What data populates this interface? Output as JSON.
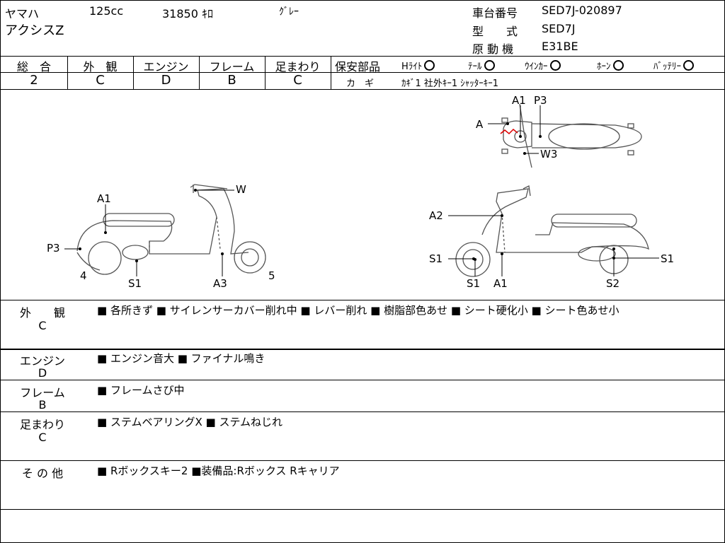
{
  "header": {
    "maker": "ヤマハ",
    "displacement": "125cc",
    "mileage": "31850 ｷﾛ",
    "color": "ｸﾞﾚｰ",
    "model_name": "アクシスZ",
    "frame_no_label": "車台番号",
    "frame_no": "SED7J-020897",
    "type_label": "型　　式",
    "type": "SED7J",
    "engine_label": "原 動 機",
    "engine": "E31BE"
  },
  "grades": {
    "overall_label": "総　合",
    "overall": "2",
    "exterior_label": "外　観",
    "exterior": "C",
    "engine_label": "エンジン",
    "engine": "D",
    "frame_label": "フレーム",
    "frame": "B",
    "suspension_label": "足まわり",
    "suspension": "C"
  },
  "safety": {
    "label": "保安部品",
    "headlight": "Hﾗｲﾄ",
    "tail": "ﾃｰﾙ",
    "winker": "ｳｲﾝｶｰ",
    "horn": "ﾎｰﾝ",
    "battery": "ﾊﾞｯﾃﾘｰ",
    "key_label": "カ　ギ",
    "keys": "ｶｷﾞ1 社外ｷｰ1 ｼｬｯﾀｰｷｰ1"
  },
  "diagram": {
    "left": {
      "A1": "A1",
      "W": "W",
      "P3": "P3",
      "four": "4",
      "S1": "S1",
      "A3": "A3",
      "five": "5"
    },
    "right": {
      "A2": "A2",
      "S1a": "S1",
      "S1b": "S1",
      "A1": "A1",
      "S1c": "S1",
      "S2": "S2"
    },
    "top": {
      "A": "A",
      "A1": "A1",
      "P3": "P3",
      "W3": "W3"
    }
  },
  "sections": [
    {
      "label": "外　　観",
      "grade": "C",
      "text": "■ 各所きず ■ サイレンサーカバー削れ中 ■ レバー削れ ■ 樹脂部色あせ ■ シート硬化小 ■ シート色あせ小"
    },
    {
      "label": "エンジン",
      "grade": "D",
      "text": "■ エンジン音大 ■ ファイナル鳴き"
    },
    {
      "label": "フレーム",
      "grade": "B",
      "text": "■ フレームさび中"
    },
    {
      "label": "足まわり",
      "grade": "C",
      "text": "■ ステムベアリングX ■ ステムねじれ"
    },
    {
      "label": "そ の 他",
      "grade": "",
      "text": "■ Rボックスキー2 ■装備品:Rボックス Rキャリア"
    }
  ]
}
